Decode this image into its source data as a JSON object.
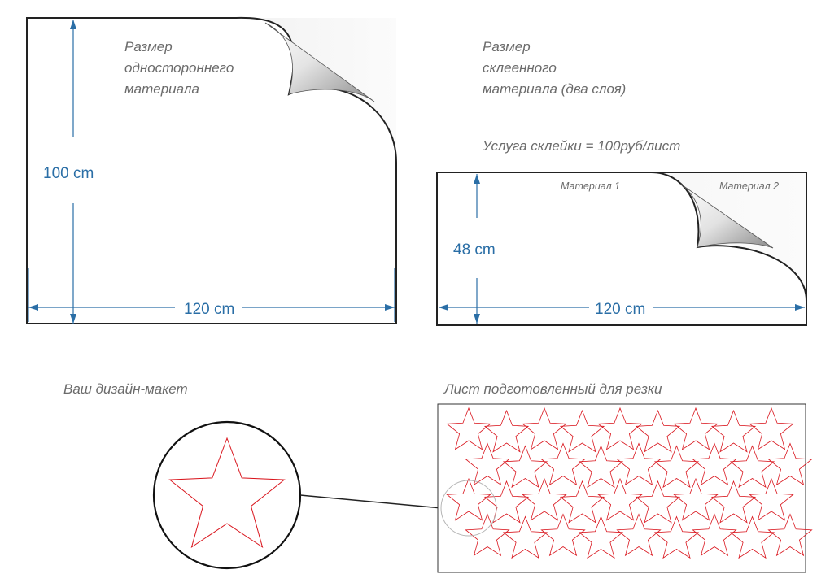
{
  "single": {
    "title_lines": [
      "Размер",
      "одностороннего",
      "материала"
    ],
    "height_label": "100 cm",
    "width_label": "120 cm"
  },
  "glued": {
    "title_lines": [
      "Размер",
      "склеенного",
      "материала  (два слоя)"
    ],
    "service_note": "Услуга склейки = 100руб/лист",
    "material1": "Материал 1",
    "material2": "Материал 2",
    "height_label": "48 cm",
    "width_label": "120 cm"
  },
  "design": {
    "title": "Ваш дизайн-макет"
  },
  "cut_sheet": {
    "title": "Лист подготовленный для резки",
    "stars_per_row": 9,
    "rows": 4
  },
  "colors": {
    "dimension": "#2a6ea6",
    "star": "#d9141c",
    "outline": "#222222",
    "text": "#6b6b6b"
  }
}
